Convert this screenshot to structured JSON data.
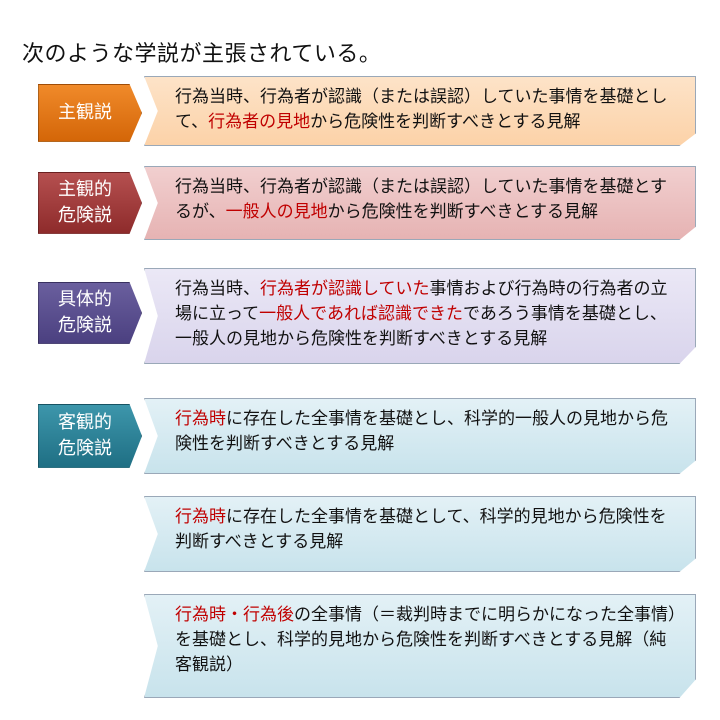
{
  "heading": "次のような学説が主張されている。",
  "theories": [
    {
      "label_lines": [
        "主観説"
      ],
      "segments": [
        {
          "text": "行為当時、行為者が認識（または誤認）していた事情を基礎として、",
          "red": false
        },
        {
          "text": "行為者の見地",
          "red": true
        },
        {
          "text": "から危険性を判断すべきとする見解",
          "red": false
        }
      ]
    },
    {
      "label_lines": [
        "主観的",
        "危険説"
      ],
      "segments": [
        {
          "text": "行為当時、行為者が認識（または誤認）していた事情を基礎とするが、",
          "red": false
        },
        {
          "text": "一般人の見地",
          "red": true
        },
        {
          "text": "から危険性を判断すべきとする見解",
          "red": false
        }
      ]
    },
    {
      "label_lines": [
        "具体的",
        "危険説"
      ],
      "segments": [
        {
          "text": "行為当時、",
          "red": false
        },
        {
          "text": "行為者が認識していた",
          "red": true
        },
        {
          "text": "事情および行為時の行為者の立場に立って",
          "red": false
        },
        {
          "text": "一般人であれば認識できた",
          "red": true
        },
        {
          "text": "であろう事情を基礎とし、一般人の見地から危険性を判断すべきとする見解",
          "red": false
        }
      ]
    },
    {
      "label_lines": [
        "客観的",
        "危険説"
      ],
      "segments": [
        {
          "text": "行為時",
          "red": true
        },
        {
          "text": "に存在した全事情を基礎とし、科学的一般人の見地から危険性を判断すべきとする見解",
          "red": false
        }
      ]
    },
    {
      "label_lines": [],
      "segments": [
        {
          "text": "行為時",
          "red": true
        },
        {
          "text": "に存在した全事情を基礎として、科学的見地から危険性を判断すべきとする見解",
          "red": false
        }
      ]
    },
    {
      "label_lines": [],
      "segments": [
        {
          "text": "行為時・行為後",
          "red": true
        },
        {
          "text": "の全事情（＝裁判時までに明らかになった全事情）を基礎とし、科学的見地から危険性を判断すべきとする見解（純客観説）",
          "red": false
        }
      ]
    }
  ]
}
